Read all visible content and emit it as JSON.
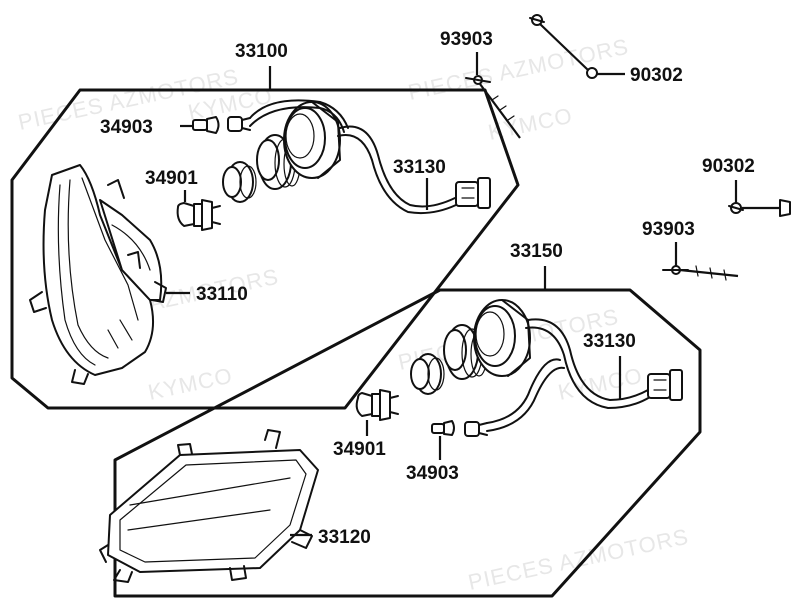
{
  "watermarks": [
    "PIECES AZMOTORS",
    "KYMCO"
  ],
  "callouts": {
    "assy_left": "33100",
    "assy_right": "33150",
    "bulb_small_left": "34903",
    "bulb_large_left": "34901",
    "housing_left": "33110",
    "harness_left": "33130",
    "screw_top": "93903",
    "bolt_top": "90302",
    "bolt_mid": "90302",
    "screw_mid": "93903",
    "harness_right": "33130",
    "bulb_large_right": "34901",
    "bulb_small_right": "34903",
    "housing_right": "33120"
  }
}
